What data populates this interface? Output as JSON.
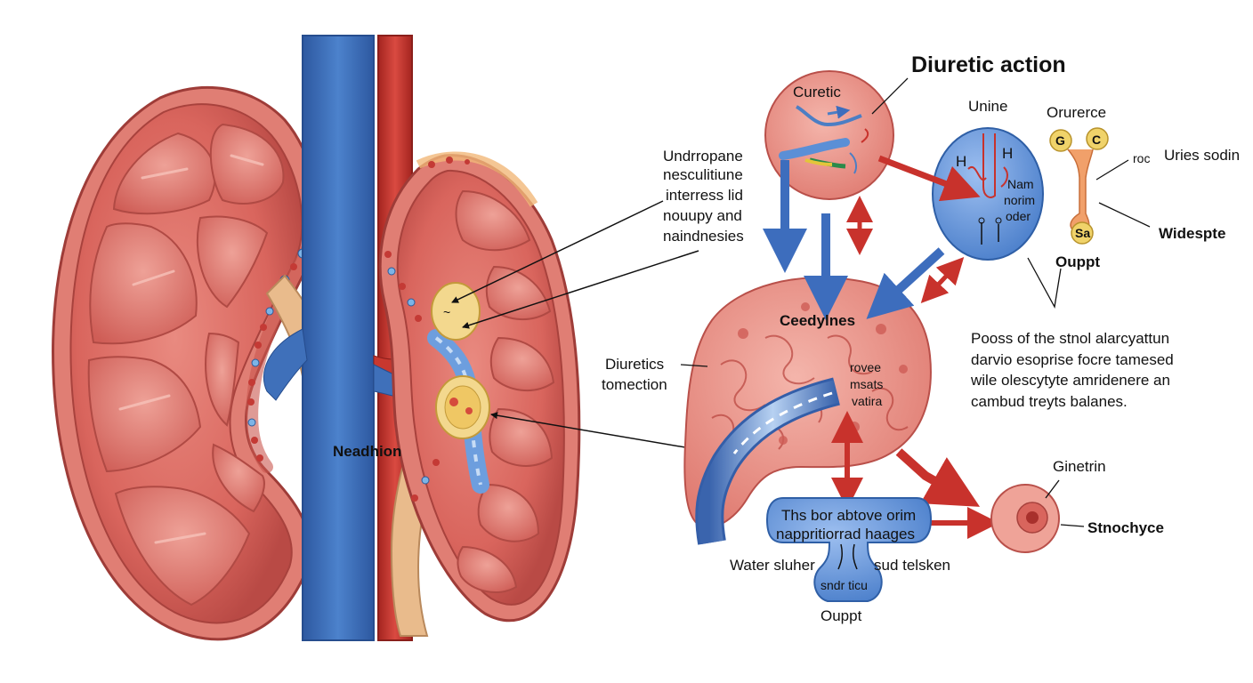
{
  "title": "Diuretic action",
  "labels": {
    "curetic": "Curetic",
    "unine": "Unine",
    "orurerce": "Orurerce",
    "uries_sodin": "Uries sodin",
    "roc": "roc",
    "widespte": "Widespte",
    "ouppt_top": "Ouppt",
    "h_left": "H",
    "h_right": "H",
    "nam": "Nam",
    "norim": "norim",
    "oder": "oder",
    "g_left": "G",
    "g_right": "C",
    "sa": "Sa",
    "left_note": [
      "Undrropane",
      "nesculitiune",
      "interress lid",
      "nouupy and",
      "naindnesies"
    ],
    "ceedylnes": "Ceedylnes",
    "rovee": "rovee",
    "msats": "msats",
    "vatira": "vatira",
    "diuretics_line1": "Diuretics",
    "diuretics_line2": "tomection",
    "neadhion": "Neadhion",
    "right_note": [
      "Pooss of the stnol alarcyattun",
      "darvio esoprise focre tamesed",
      "wile olescytyte amridenere an",
      "cambud treyts balanes."
    ],
    "box_text": [
      "Ths bor abtove orim",
      "nappritiorrad haages"
    ],
    "water_sluher": "Water sluher",
    "sud_telsken": "sud telsken",
    "sndr_ticu": "sndr ticu",
    "ouppt_bottom": "Ouppt",
    "ginetrin": "Ginetrin",
    "stnochyce": "Stnochyce"
  },
  "colors": {
    "kidney": "#d9655d",
    "kidney_dark": "#b94a45",
    "vein": "#3e6fb8",
    "artery": "#c6332e",
    "ureter": "#e8b98a",
    "arrow_red": "#c8322c",
    "arrow_blue": "#3d6dbd",
    "cell_blue": "#5b8fd6",
    "yellow": "#f2d27a"
  }
}
